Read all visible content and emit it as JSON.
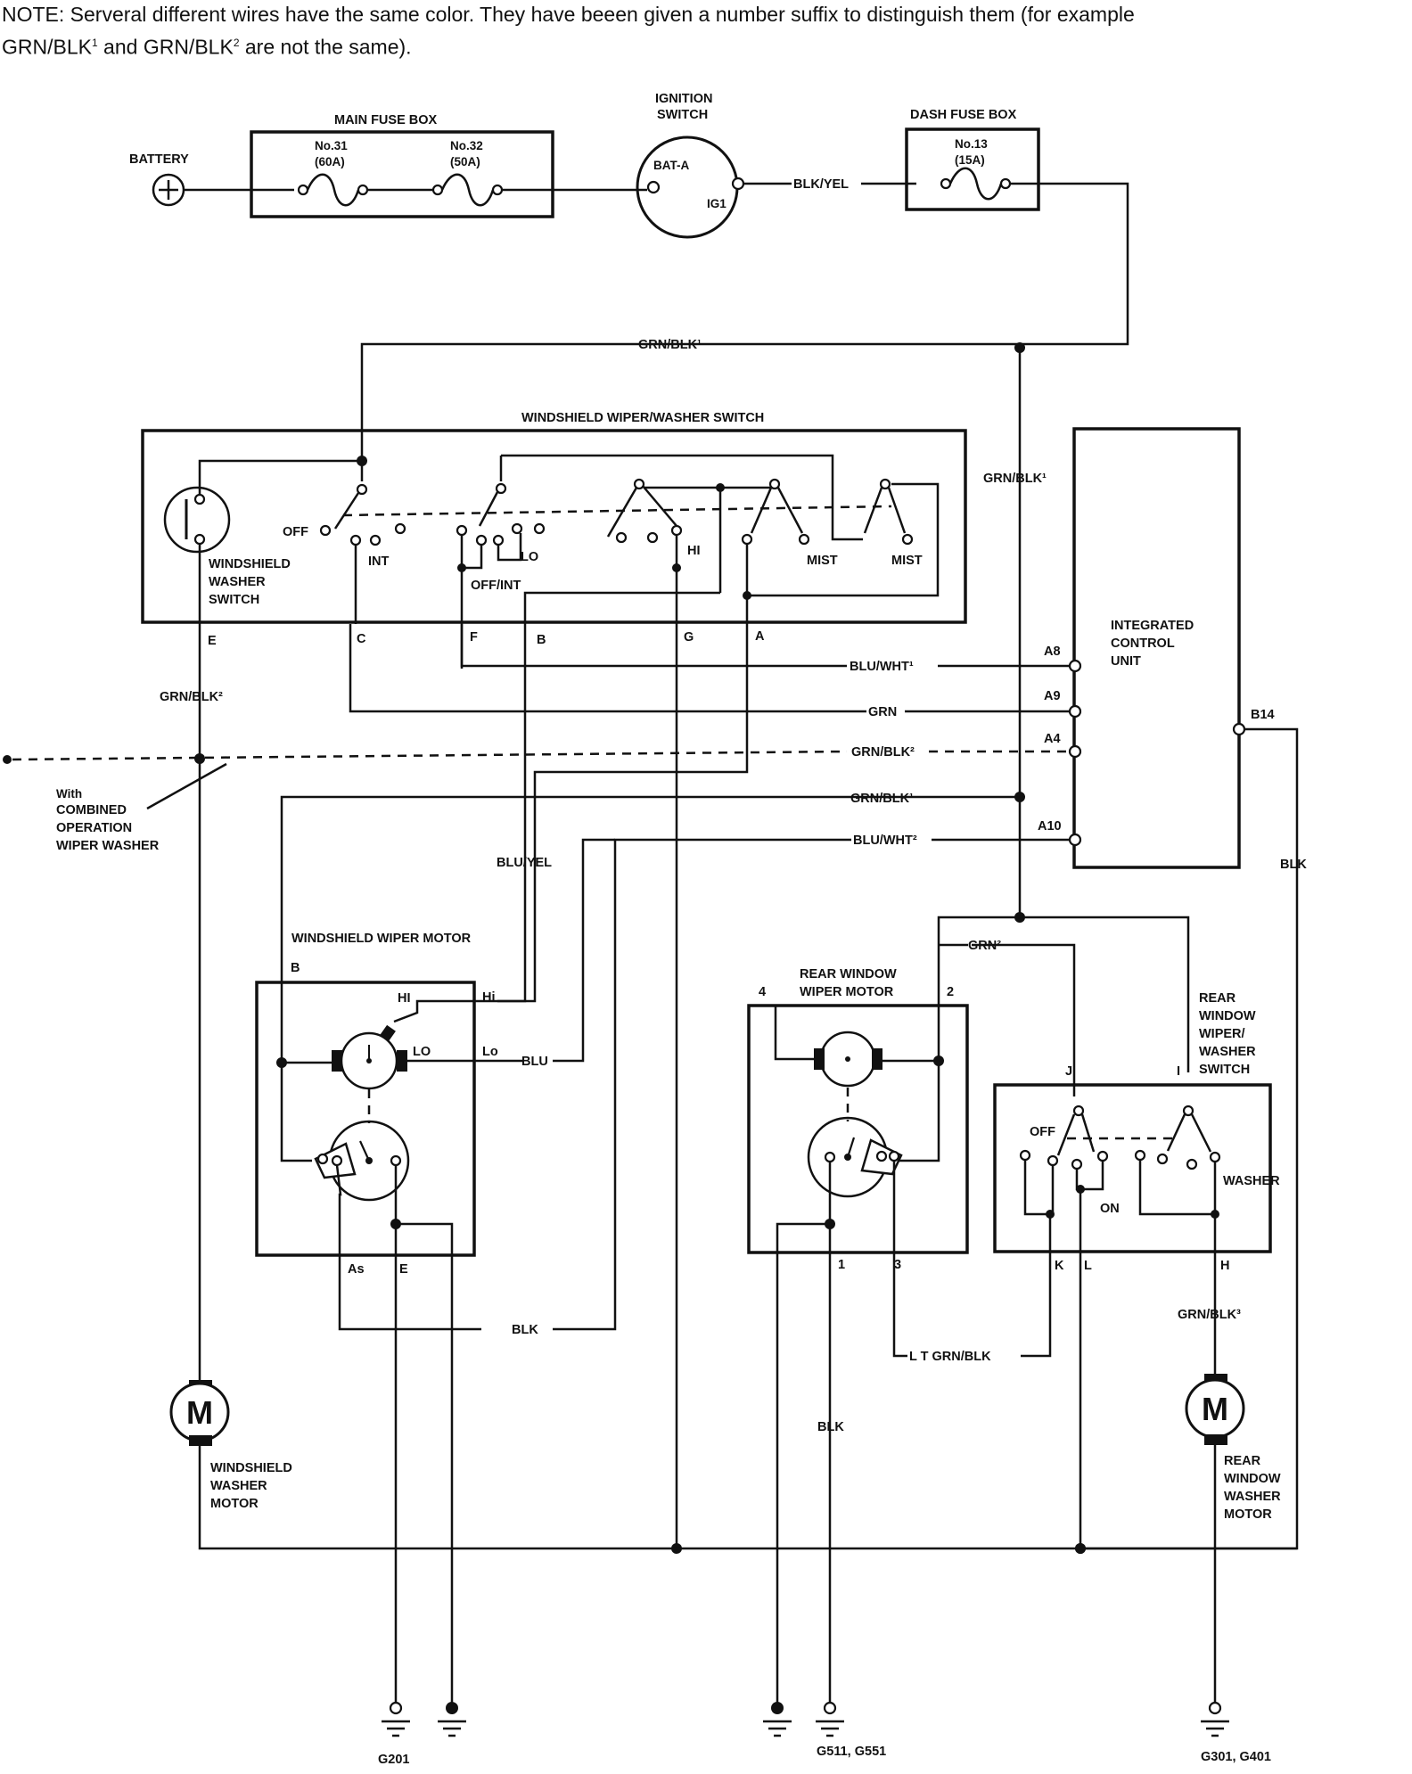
{
  "note": {
    "line1": "NOTE: Serveral different wires have the same color. They have beeen given a number suffix to distinguish them (for example",
    "line2_pre": "GRN/BLK",
    "line2_mid": " and GRN/BLK",
    "line2_post": " are not the same).",
    "sup1": "1",
    "sup2": "2"
  },
  "components": {
    "battery": "BATTERY",
    "main_fuse_box": "MAIN FUSE BOX",
    "fuse31": "No.31",
    "fuse31_rating": "(60A)",
    "fuse32": "No.32",
    "fuse32_rating": "(50A)",
    "ignition_switch_l1": "IGNITION",
    "ignition_switch_l2": "SWITCH",
    "bat_a": "BAT-A",
    "ig1": "IG1",
    "dash_fuse_box": "DASH FUSE BOX",
    "fuse13": "No.13",
    "fuse13_rating": "(15A)",
    "wiper_washer_switch": "WINDSHIELD WIPER/WASHER SWITCH",
    "washer_switch_l1": "WINDSHIELD",
    "washer_switch_l2": "WASHER",
    "washer_switch_l3": "SWITCH",
    "icu_l1": "INTEGRATED",
    "icu_l2": "CONTROL",
    "icu_l3": "UNIT",
    "wiper_motor": "WINDSHIELD WIPER MOTOR",
    "rear_wiper_motor_l1": "REAR WINDOW",
    "rear_wiper_motor_l2": "WIPER MOTOR",
    "rear_switch_l1": "REAR",
    "rear_switch_l2": "WINDOW",
    "rear_switch_l3": "WIPER/",
    "rear_switch_l4": "WASHER",
    "rear_switch_l5": "SWITCH",
    "ws_washer_motor_l1": "WINDSHIELD",
    "ws_washer_motor_l2": "WASHER",
    "ws_washer_motor_l3": "MOTOR",
    "rear_washer_motor_l1": "REAR",
    "rear_washer_motor_l2": "WINDOW",
    "rear_washer_motor_l3": "WASHER",
    "rear_washer_motor_l4": "MOTOR",
    "motor_symbol": "M",
    "with_combined_l1": "With",
    "with_combined_l2": "COMBINED",
    "with_combined_l3": "OPERATION",
    "with_combined_l4": "WIPER WASHER"
  },
  "positions": {
    "off": "OFF",
    "int": "INT",
    "lo": "LO",
    "hi": "HI",
    "mist1": "MIST",
    "mist2": "MIST",
    "off_int": "OFF/INT",
    "rear_off": "OFF",
    "rear_on": "ON",
    "washer": "WASHER",
    "motor_hi_brush": "HI",
    "motor_lo_brush": "LO"
  },
  "terminals": {
    "E": "E",
    "C": "C",
    "F": "F",
    "B": "B",
    "G": "G",
    "A": "A",
    "A8": "A8",
    "A9": "A9",
    "A4": "A4",
    "A10": "A10",
    "B14": "B14",
    "motor_B": "B",
    "motor_Hi": "Hi",
    "motor_Lo": "Lo",
    "motor_As": "As",
    "motor_E": "E",
    "rear_4": "4",
    "rear_2": "2",
    "rear_1": "1",
    "rear_3": "3",
    "sw_J": "J",
    "sw_I": "I",
    "sw_K": "K",
    "sw_L": "L",
    "sw_H": "H"
  },
  "wires": {
    "blk_yel": "BLK/YEL",
    "grn_blk1_top": "GRN/BLK¹",
    "grn_blk1_vert": "GRN/BLK¹",
    "grn_blk2_left": "GRN/BLK²",
    "blu_wht1": "BLU/WHT¹",
    "grn": "GRN",
    "grn_blk2_dash": "GRN/BLK²",
    "grn_blk1_mid": "GRN/BLK¹",
    "blu_wht2": "BLU/WHT²",
    "blu_yel": "BLU/YEL",
    "blu": "BLU",
    "blk_motor": "BLK",
    "blk_b14": "BLK",
    "grn2": "GRN²",
    "lt_grn_blk": "L T   GRN/BLK",
    "grn_blk3": "GRN/BLK³",
    "blk_rear": "BLK"
  },
  "grounds": {
    "g201": "G201",
    "g511": "G511, G551",
    "g301": "G301, G401"
  }
}
